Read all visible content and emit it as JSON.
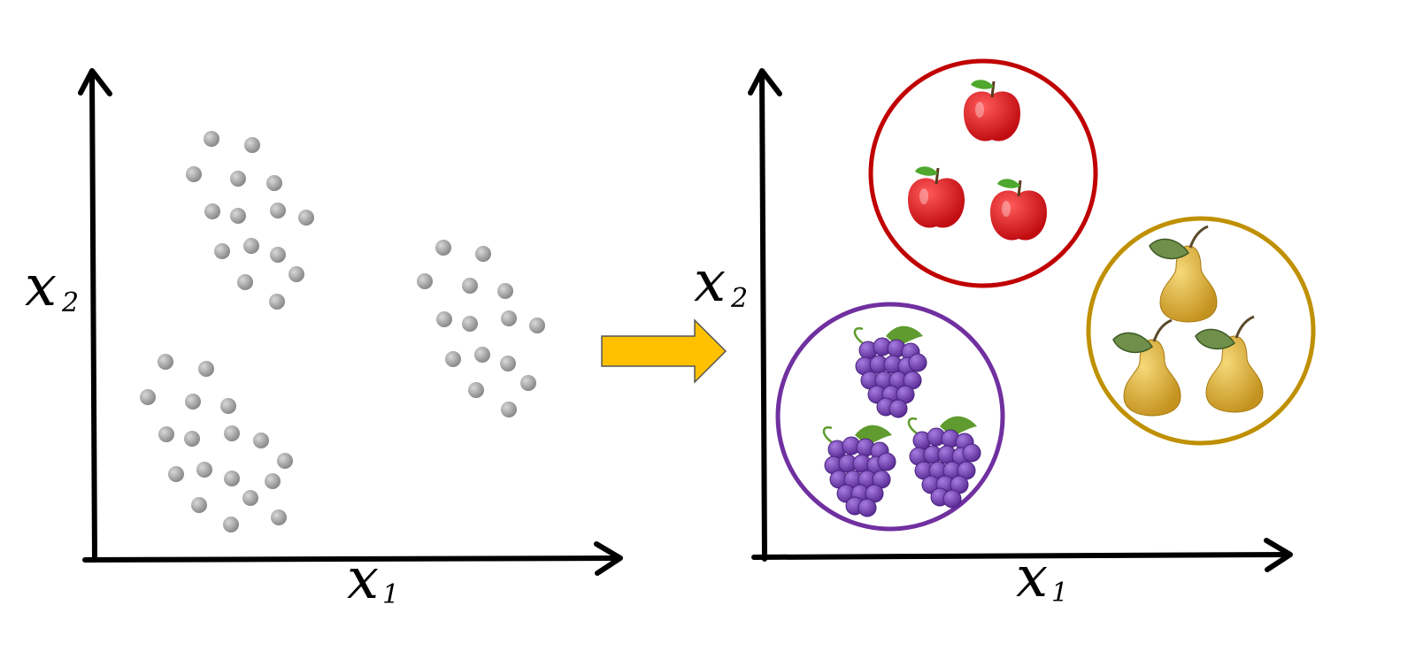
{
  "left_plot": {
    "x_axis_label": "x",
    "x_axis_subscript": "1",
    "y_axis_label": "x",
    "y_axis_subscript": "2"
  },
  "right_plot": {
    "x_axis_label": "x",
    "x_axis_subscript": "1",
    "y_axis_label": "x",
    "y_axis_subscript": "2"
  },
  "colors": {
    "points": "#a0a0a0",
    "arrow_fill": "#ffc000",
    "arrow_stroke": "#555555",
    "apple_cluster": "#c00000",
    "grape_cluster": "#7030a0",
    "pear_cluster": "#bf9000",
    "apple": "#e3161b",
    "grape": "#7a48b8",
    "pear": "#e2b43c",
    "leaf": "#6f8f4a"
  },
  "clusters": [
    {
      "name": "apples",
      "icon": "apple-icon",
      "count": 3
    },
    {
      "name": "grapes",
      "icon": "grapes-icon",
      "count": 3
    },
    {
      "name": "pears",
      "icon": "pear-icon",
      "count": 3
    }
  ]
}
